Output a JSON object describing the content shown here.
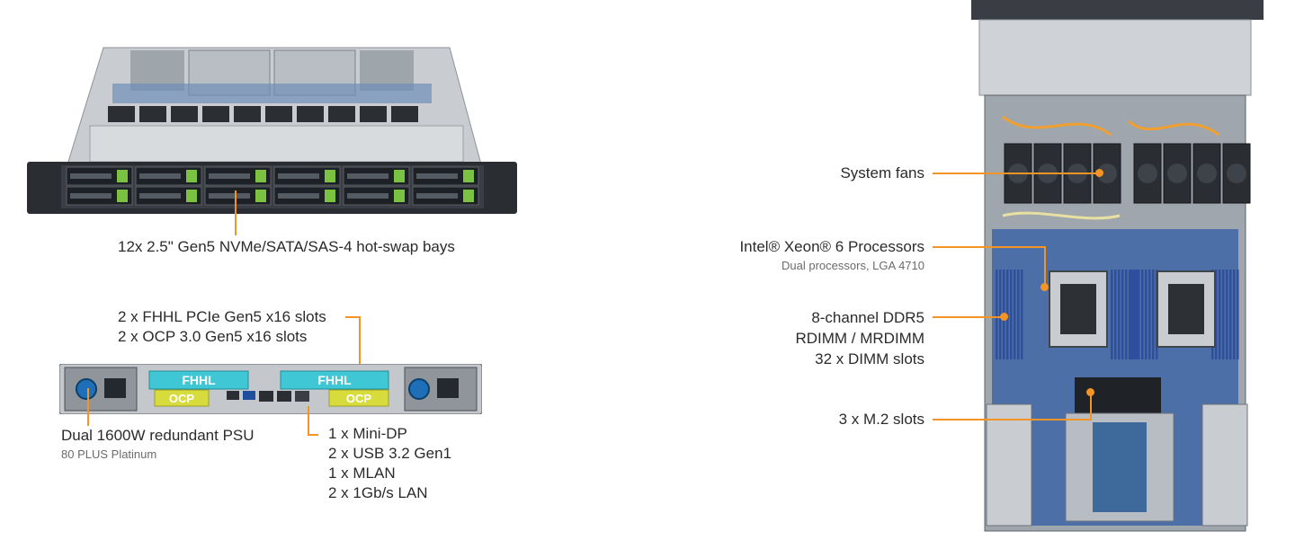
{
  "front": {
    "bays_label": "12x 2.5\" Gen5 NVMe/SATA/SAS-4 hot-swap bays"
  },
  "rear": {
    "pcie_line1": "2 x FHHL PCIe Gen5 x16 slots",
    "pcie_line2": "2 x OCP 3.0 Gen5 x16 slots",
    "slot_fhhl_left": "FHHL",
    "slot_fhhl_right": "FHHL",
    "slot_ocp_left": "OCP",
    "slot_ocp_right": "OCP",
    "psu_title": "Dual 1600W  redundant PSU",
    "psu_sub": "80 PLUS Platinum",
    "io_line1": "1 x Mini-DP",
    "io_line2": "2 x USB 3.2 Gen1",
    "io_line3": "1 x MLAN",
    "io_line4": "2 x 1Gb/s LAN"
  },
  "top": {
    "fans_label": "System fans",
    "cpu_label": "Intel® Xeon® 6 Processors",
    "cpu_sub": "Dual processors, LGA 4710",
    "mem_line1": "8-channel DDR5",
    "mem_line2": "RDIMM / MRDIMM",
    "mem_line3": "32 x DIMM slots",
    "m2_label": "3 x M.2 slots"
  },
  "colors": {
    "accent_orange": "#f39424",
    "drive_green": "#7cc242",
    "slot_teal": "#3fc7d6",
    "ocp_yellow": "#d7dc3c",
    "dimm_blue": "#2f4f9e",
    "chassis_dark": "#2a2d31"
  }
}
